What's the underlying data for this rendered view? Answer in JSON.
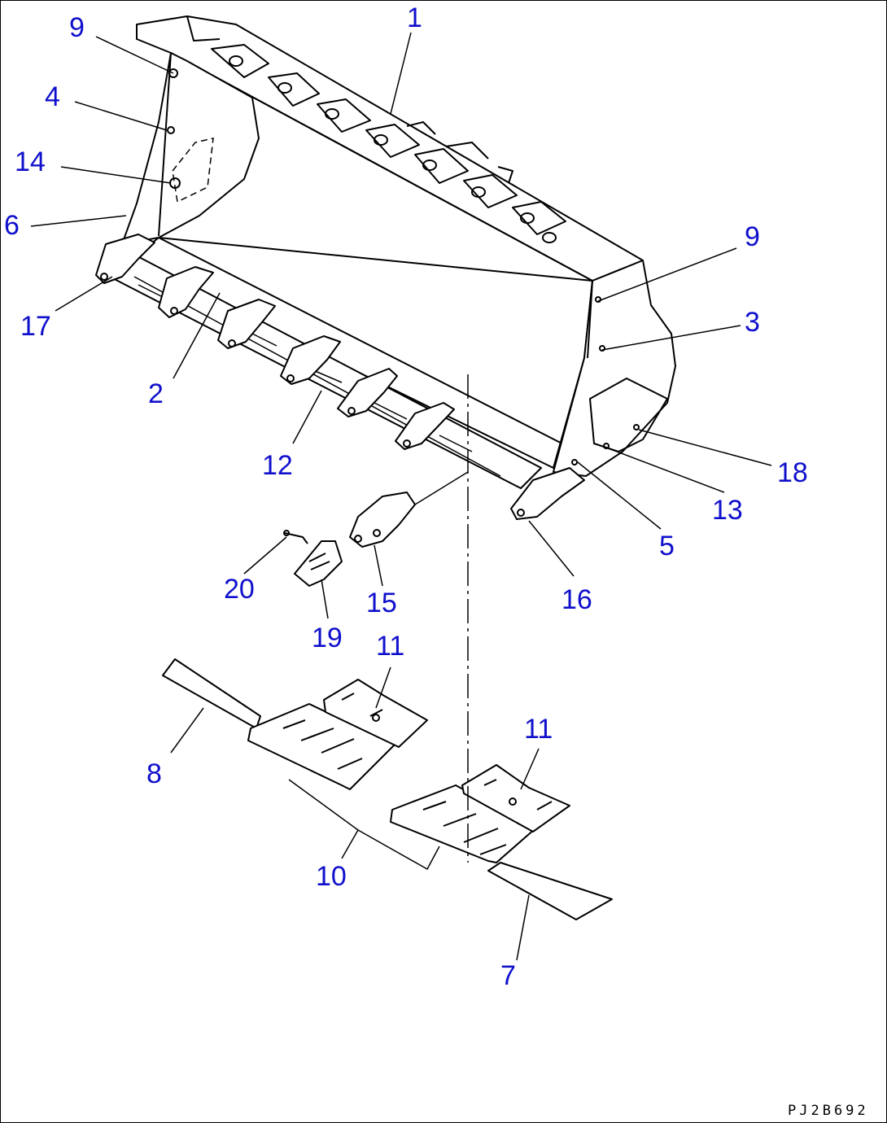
{
  "diagram": {
    "drawing_code": "PJ2B692",
    "callouts": {
      "c1": "1",
      "c2": "2",
      "c3": "3",
      "c4": "4",
      "c5": "5",
      "c6": "6",
      "c7": "7",
      "c8": "8",
      "c9a": "9",
      "c9b": "9",
      "c10": "10",
      "c11a": "11",
      "c11b": "11",
      "c12": "12",
      "c13": "13",
      "c14": "14",
      "c15": "15",
      "c16": "16",
      "c17": "17",
      "c18": "18",
      "c19": "19",
      "c20": "20"
    },
    "colors": {
      "callout": "#1010cc",
      "line": "#000000",
      "background": "#ffffff"
    }
  }
}
